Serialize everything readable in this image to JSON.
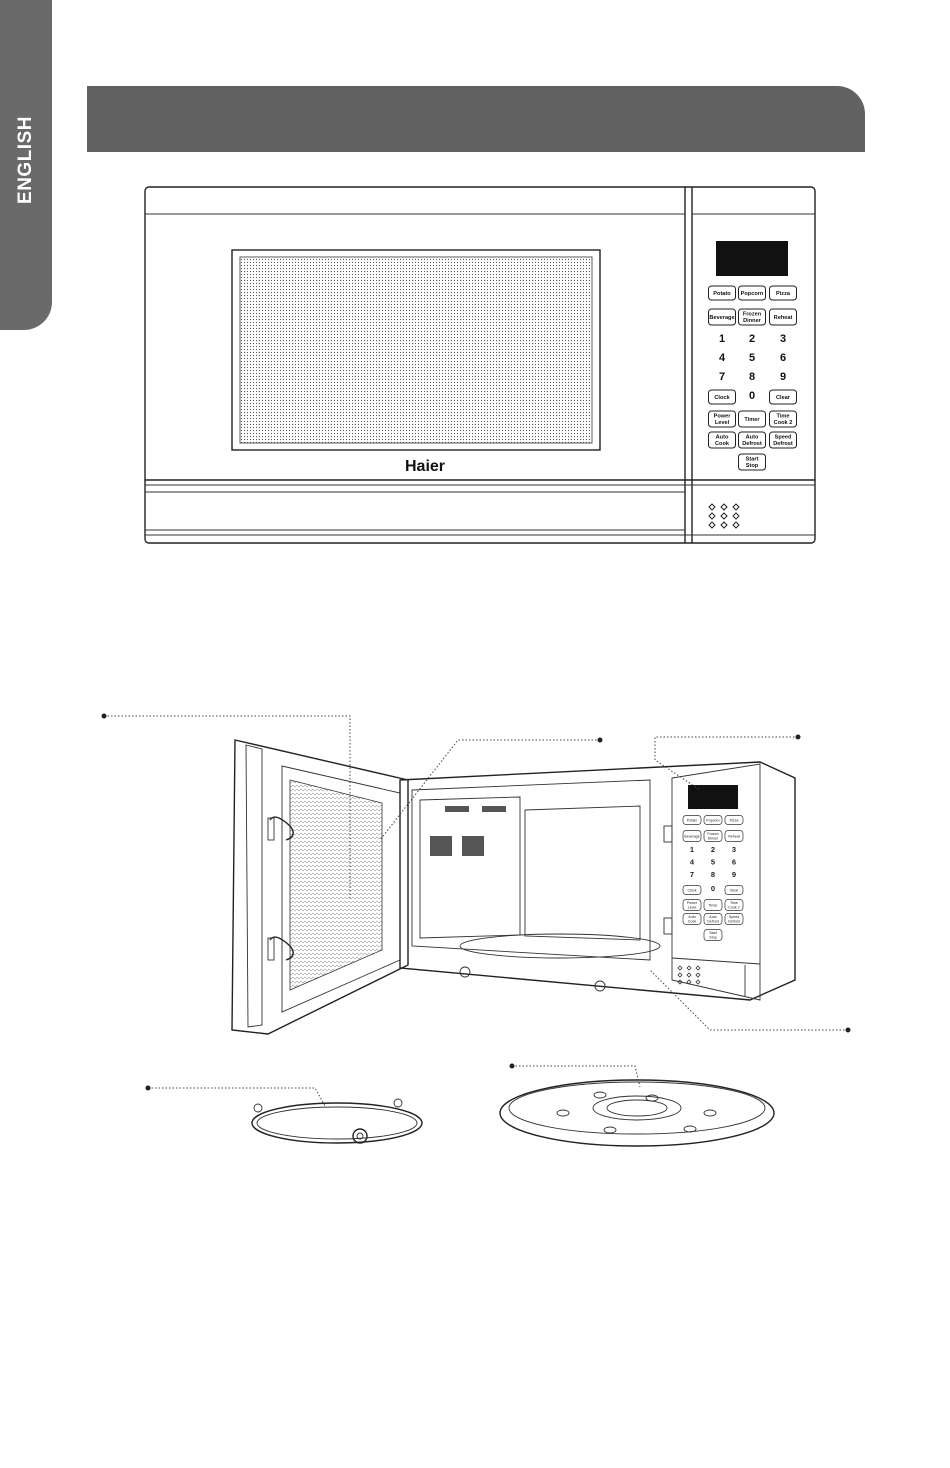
{
  "sidebar": {
    "language_tab": "ENGLISH"
  },
  "front_view": {
    "brand": "Haier",
    "buttons_row1": [
      "Potato",
      "Popcorn",
      "Pizza"
    ],
    "buttons_row2": [
      "Beverage",
      "Frozen|Dinner",
      "Reheat"
    ],
    "digits": [
      "1",
      "2",
      "3",
      "4",
      "5",
      "6",
      "7",
      "8",
      "9"
    ],
    "zero": "0",
    "clock": "Clock",
    "clear": "Clear",
    "buttons_row5": [
      "Power|Level",
      "Timer",
      "Time|Cook 2"
    ],
    "buttons_row6": [
      "Auto|Cook",
      "Auto|Defrost",
      "Speed|Defrost"
    ],
    "start": "Start|Stop"
  },
  "icons": {
    "display": "lcd-display",
    "speaker": "speaker-holes"
  }
}
